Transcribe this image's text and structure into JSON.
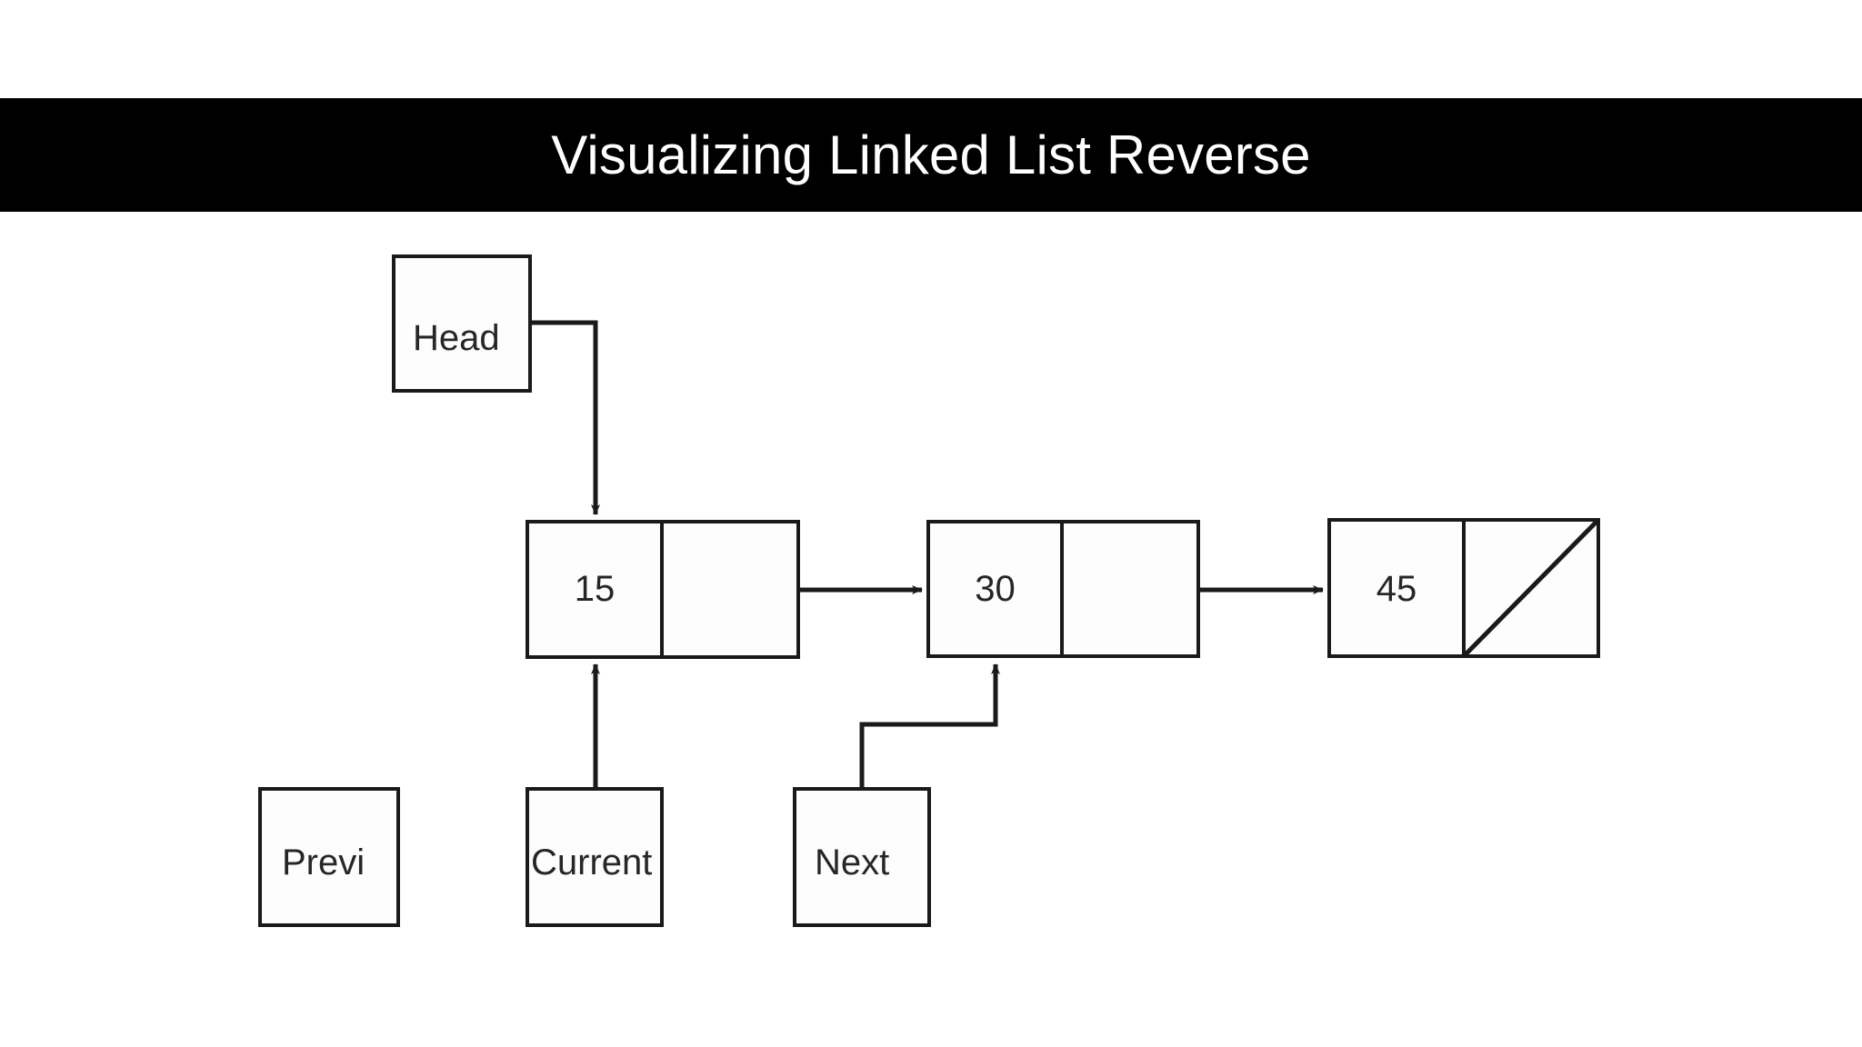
{
  "banner": {
    "title": "Visualizing Linked List Reverse",
    "background_color": "#000000",
    "text_color": "#ffffff"
  },
  "canvas": {
    "background_color": "#ffffff",
    "stroke_color": "#1a1a1a",
    "text_color": "#262626"
  },
  "diagram": {
    "type": "linked-list",
    "head_pointer": {
      "label": "Head",
      "points_to": "15"
    },
    "nodes": [
      {
        "value": "15",
        "next_is_null": false
      },
      {
        "value": "30",
        "next_is_null": false
      },
      {
        "value": "45",
        "next_is_null": true
      }
    ],
    "pointers": [
      {
        "label": "Previ",
        "points_to": null
      },
      {
        "label": "Current",
        "points_to": "15"
      },
      {
        "label": "Next",
        "points_to": "30"
      }
    ]
  }
}
